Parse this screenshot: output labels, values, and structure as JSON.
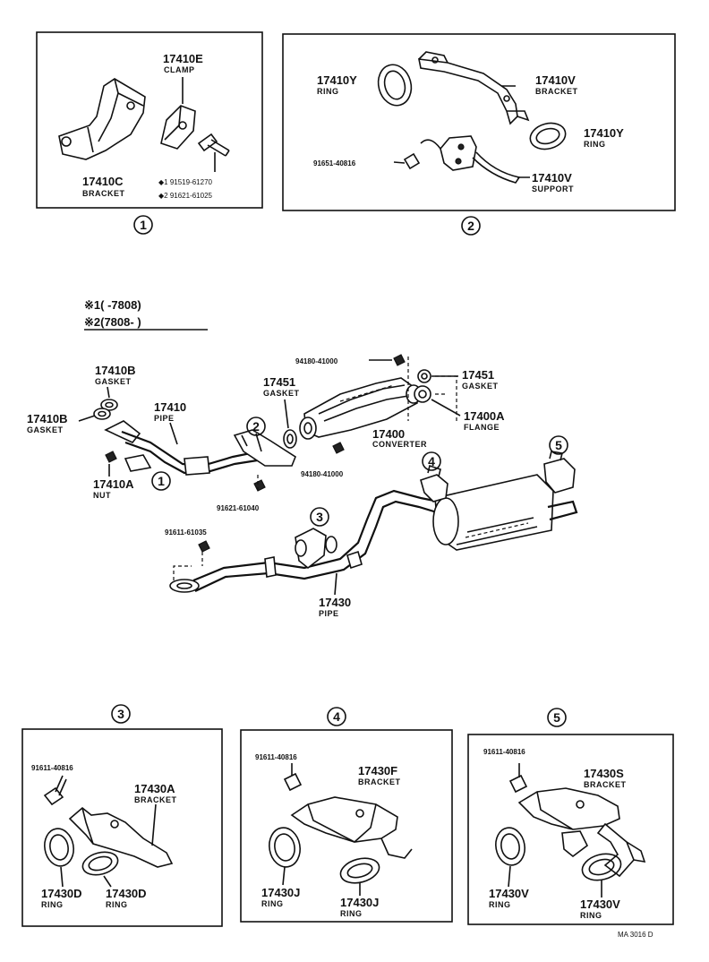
{
  "legend": {
    "note1": "※1(     -7808)",
    "note2": "※2(7808-     )"
  },
  "callouts": {
    "c1": "1",
    "c2": "2",
    "c3": "3",
    "c4": "4",
    "c5": "5"
  },
  "inset1": {
    "clamp_no": "17410E",
    "clamp_label": "CLAMP",
    "bracket_no": "17410C",
    "bracket_label": "BRACKET",
    "bolt1": "◆1 91519-61270",
    "bolt2": "◆2 91621-61025"
  },
  "inset2": {
    "ring1_no": "17410Y",
    "ring1_label": "RING",
    "bracket_no": "17410V",
    "bracket_label": "BRACKET",
    "ring2_no": "17410Y",
    "ring2_label": "RING",
    "bolt": "91651-40816",
    "support_no": "17410V",
    "support_label": "SUPPORT"
  },
  "main": {
    "gasket_b1_no": "17410B",
    "gasket_b1_label": "GASKET",
    "gasket_b2_no": "17410B",
    "gasket_b2_label": "GASKET",
    "pipe_no": "17410",
    "pipe_label": "PIPE",
    "nut_no": "17410A",
    "nut_label": "NUT",
    "gasket451a_no": "17451",
    "gasket451a_label": "GASKET",
    "bolt_top": "94180-41000",
    "gasket451b_no": "17451",
    "gasket451b_label": "GASKET",
    "flange_no": "17400A",
    "flange_label": "FLANGE",
    "converter_no": "17400",
    "converter_label": "CONVERTER",
    "bolt_mid": "94180-41000",
    "bolt_91621": "91621-61040",
    "bolt_91611": "91611-61035",
    "pipe2_no": "17430",
    "pipe2_label": "PIPE"
  },
  "inset3": {
    "bolt": "91611-40816",
    "bracket_no": "17430A",
    "bracket_label": "BRACKET",
    "ring1_no": "17430D",
    "ring1_label": "RING",
    "ring2_no": "17430D",
    "ring2_label": "RING"
  },
  "inset4": {
    "bolt": "91611-40816",
    "bracket_no": "17430F",
    "bracket_label": "BRACKET",
    "ring1_no": "17430J",
    "ring1_label": "RING",
    "ring2_no": "17430J",
    "ring2_label": "RING"
  },
  "inset5": {
    "bolt": "91611-40816",
    "bracket_no": "17430S",
    "bracket_label": "BRACKET",
    "ring1_no": "17430V",
    "ring1_label": "RING",
    "ring2_no": "17430V",
    "ring2_label": "RING"
  },
  "footer": {
    "code": "MA 3016 D"
  }
}
